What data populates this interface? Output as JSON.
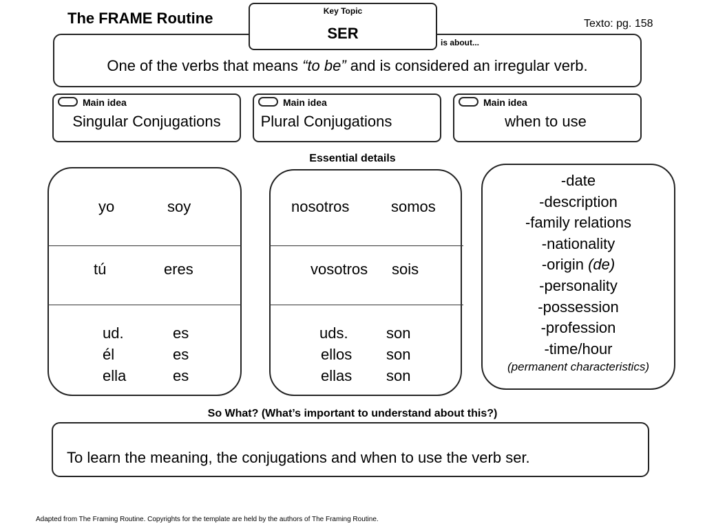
{
  "header": {
    "title": "The FRAME Routine",
    "texto": "Texto: pg. 158",
    "key_topic_label": "Key Topic",
    "key_topic": "SER",
    "is_about_label": "is about...",
    "definition_pre": "One of the verbs that means ",
    "definition_quote": "“to be”",
    "definition_post": " and is considered an irregular verb."
  },
  "main_ideas": [
    {
      "label": "Main idea",
      "text": "Singular Conjugations"
    },
    {
      "label": "Main idea",
      "text": "Plural Conjugations"
    },
    {
      "label": "Main idea",
      "text": "when to use"
    }
  ],
  "essential_details_label": "Essential details",
  "singular": {
    "row1": {
      "pronoun": "yo",
      "verb": "soy"
    },
    "row2": {
      "pronoun": "tú",
      "verb": "eres"
    },
    "row3": [
      {
        "pronoun": "ud.",
        "verb": "es"
      },
      {
        "pronoun": "él",
        "verb": "es"
      },
      {
        "pronoun": "ella",
        "verb": "es"
      }
    ]
  },
  "plural": {
    "row1": {
      "pronoun": "nosotros",
      "verb": "somos"
    },
    "row2": {
      "pronoun": "vosotros",
      "verb": "sois"
    },
    "row3": [
      {
        "pronoun": "uds.",
        "verb": "son"
      },
      {
        "pronoun": "ellos",
        "verb": "son"
      },
      {
        "pronoun": "ellas",
        "verb": "son"
      }
    ]
  },
  "uses": {
    "items": [
      "-date",
      "-description",
      "-family relations",
      "-nationality",
      "-origin ",
      "-personality",
      "-possession",
      "-profession",
      "-time/hour"
    ],
    "origin_note": "(de)",
    "note": "(permanent characteristics)"
  },
  "so_what_label": "So What? (What’s important to understand about this?)",
  "so_what_text": "To learn the meaning, the conjugations and when to use the verb ser.",
  "footer": "Adapted from The Framing Routine. Copyrights for the template are held by the authors of  The Framing Routine."
}
